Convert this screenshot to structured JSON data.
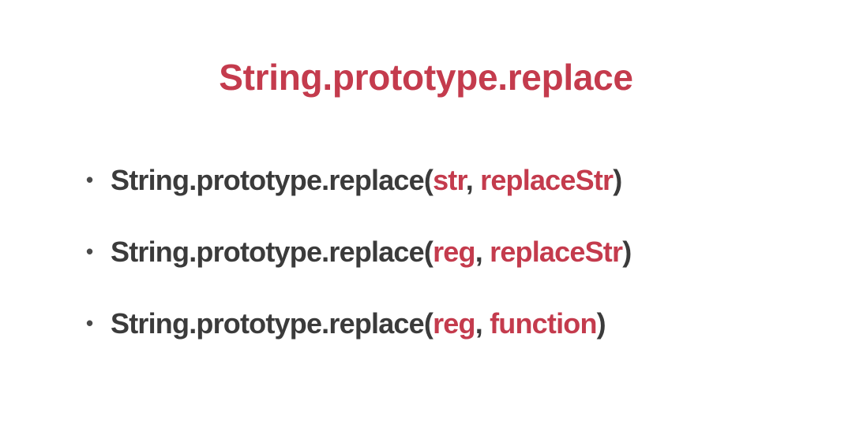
{
  "colors": {
    "accent": "#c43b4d",
    "text": "#3b3b3b",
    "bullet_dot": "#4a4a4a",
    "background": "#ffffff"
  },
  "slide": {
    "title": "String.prototype.replace",
    "bullet_glyph": "•",
    "bullets": [
      {
        "segments": [
          {
            "text": "String.prototype.replace(",
            "role": "code"
          },
          {
            "text": "str",
            "role": "param"
          },
          {
            "text": ", ",
            "role": "code"
          },
          {
            "text": "replaceStr",
            "role": "param"
          },
          {
            "text": ")",
            "role": "code"
          }
        ]
      },
      {
        "segments": [
          {
            "text": "String.prototype.replace(",
            "role": "code"
          },
          {
            "text": "reg",
            "role": "param"
          },
          {
            "text": ", ",
            "role": "code"
          },
          {
            "text": "replaceStr",
            "role": "param"
          },
          {
            "text": ")",
            "role": "code"
          }
        ]
      },
      {
        "segments": [
          {
            "text": "String.prototype.replace(",
            "role": "code"
          },
          {
            "text": "reg",
            "role": "param"
          },
          {
            "text": ", ",
            "role": "code"
          },
          {
            "text": "function",
            "role": "param"
          },
          {
            "text": ")",
            "role": "code"
          }
        ]
      }
    ]
  }
}
